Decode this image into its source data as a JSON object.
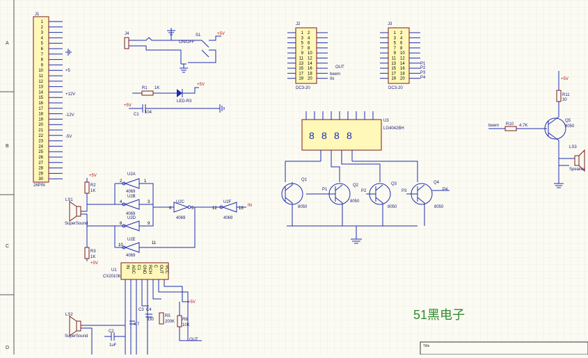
{
  "border": {
    "rows": [
      "A",
      "B",
      "C",
      "D"
    ]
  },
  "j1": {
    "ref": "J1",
    "value": "26PIN",
    "pins": [
      "1",
      "2",
      "3",
      "4",
      "5",
      "6",
      "7",
      "8",
      "9",
      "10",
      "11",
      "12",
      "13",
      "14",
      "15",
      "16",
      "17",
      "18",
      "19",
      "20",
      "21",
      "22",
      "23",
      "24",
      "25",
      "26",
      "27",
      "28",
      "29",
      "30"
    ],
    "nets": {
      "p5": "+5",
      "p12": "+12V",
      "m12": "-12V",
      "m5": "-5V"
    }
  },
  "j4": {
    "ref": "J4"
  },
  "s1": {
    "ref": "S1",
    "onoff": "ON/OFF",
    "plus5": "+5V"
  },
  "r1": {
    "ref": "R1",
    "value": "1K"
  },
  "led": {
    "ref": "LED-R3",
    "plus5": "+5V"
  },
  "c1": {
    "ref": "C1",
    "value": "104",
    "plus5": "+5V"
  },
  "j2": {
    "ref": "J2",
    "value": "DC3-20",
    "left": [
      "1",
      "3",
      "5",
      "7",
      "9",
      "11",
      "13",
      "15",
      "17",
      "19"
    ],
    "right": [
      "2",
      "4",
      "6",
      "8",
      "10",
      "12",
      "14",
      "16",
      "18",
      "20"
    ],
    "out": "OUT",
    "beem": "beem",
    "in": "IN"
  },
  "j3": {
    "ref": "J3",
    "value": "DC3-20",
    "left": [
      "1",
      "3",
      "5",
      "7",
      "9",
      "11",
      "13",
      "15",
      "17",
      "19"
    ],
    "right": [
      "2",
      "4",
      "6",
      "8",
      "10",
      "12",
      "14",
      "16",
      "18",
      "20"
    ],
    "p1": "P1",
    "p2": "P2",
    "p3": "P3",
    "p4": "P4"
  },
  "u3": {
    "ref": "U3",
    "value": "LG4042BH",
    "digits": [
      "8",
      "8",
      "8",
      "8"
    ]
  },
  "transistors": {
    "q1": {
      "ref": "Q1",
      "value": "8050"
    },
    "q2": {
      "ref": "Q2",
      "value": "8050",
      "net": "P1"
    },
    "q3": {
      "ref": "Q3",
      "value": "8050",
      "net": "P2"
    },
    "q4": {
      "ref": "Q4",
      "value": "8050",
      "net": "P3",
      "out": "P4"
    },
    "q5": {
      "ref": "Q5",
      "value": "8050"
    }
  },
  "r10": {
    "ref": "R10",
    "value": "4.7K",
    "net": "beem"
  },
  "r11": {
    "ref": "R11",
    "value": "30",
    "plus5": "+5V"
  },
  "ls3": {
    "ref": "LS3",
    "value": "Speaker"
  },
  "u2": {
    "u2a": {
      "ref": "U2A",
      "value": "4069",
      "pins": [
        "2",
        "1"
      ]
    },
    "u2b": {
      "ref": "U2B",
      "value": "4069",
      "pins": [
        "4",
        "3"
      ]
    },
    "u2c": {
      "ref": "U2C",
      "value": "4069",
      "pins": [
        "6",
        "5"
      ]
    },
    "u2d": {
      "ref": "U2D",
      "value": "4069",
      "pins": [
        "8",
        "9"
      ]
    },
    "u2e": {
      "ref": "U2E",
      "value": "4069",
      "pins": [
        "10",
        "11"
      ]
    },
    "u2f": {
      "ref": "U2F",
      "value": "4069",
      "pins": [
        "12",
        "13"
      ]
    },
    "in": "IN"
  },
  "r2": {
    "ref": "R2",
    "value": "1K",
    "plus5": "+5V"
  },
  "r3": {
    "ref": "R3",
    "value": "1K",
    "plus5": "+5V"
  },
  "ls1": {
    "ref": "LS1",
    "value": "SuperSound"
  },
  "u1": {
    "ref": "U1",
    "value": "CX20106",
    "pins": [
      "IN",
      "AGC",
      "C1",
      "GND",
      "RCH",
      "C",
      "OUT",
      "VCC"
    ]
  },
  "ls2": {
    "ref": "LS2",
    "value": "SuperSound"
  },
  "c2": {
    "ref": "C2",
    "value": "1uF"
  },
  "c3": {
    "ref": "C3",
    "value": "4.7"
  },
  "c4": {
    "ref": "C4",
    "value": "330"
  },
  "r5": {
    "ref": "R5",
    "value": "200K"
  },
  "r6": {
    "ref": "R6",
    "value": "10K",
    "plus5": "+5V",
    "out": "OUT"
  },
  "watermark": "51黑电子",
  "titleblock": {
    "title": "Title"
  }
}
